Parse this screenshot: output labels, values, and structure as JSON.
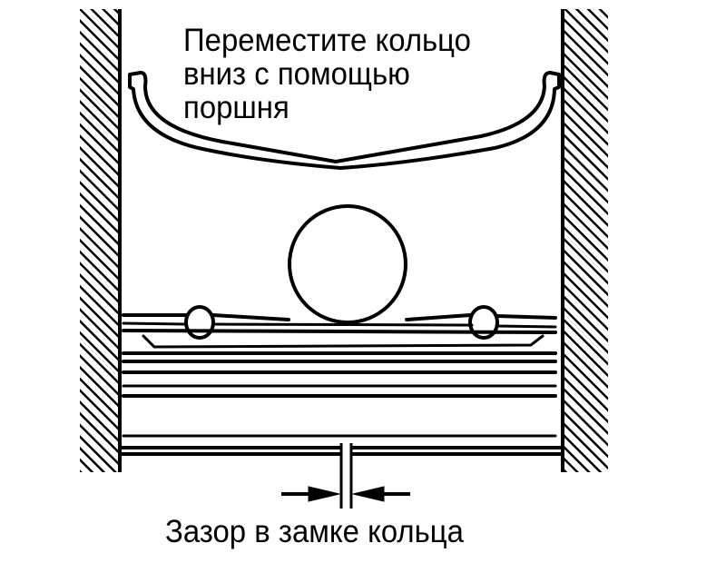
{
  "labels": {
    "instruction_line1": "Переместите кольцо",
    "instruction_line2": "вниз с помощью",
    "instruction_line3": "поршня",
    "gap": "Зазор в замке кольца"
  },
  "colors": {
    "ink": "#000000",
    "paper": "#ffffff"
  }
}
